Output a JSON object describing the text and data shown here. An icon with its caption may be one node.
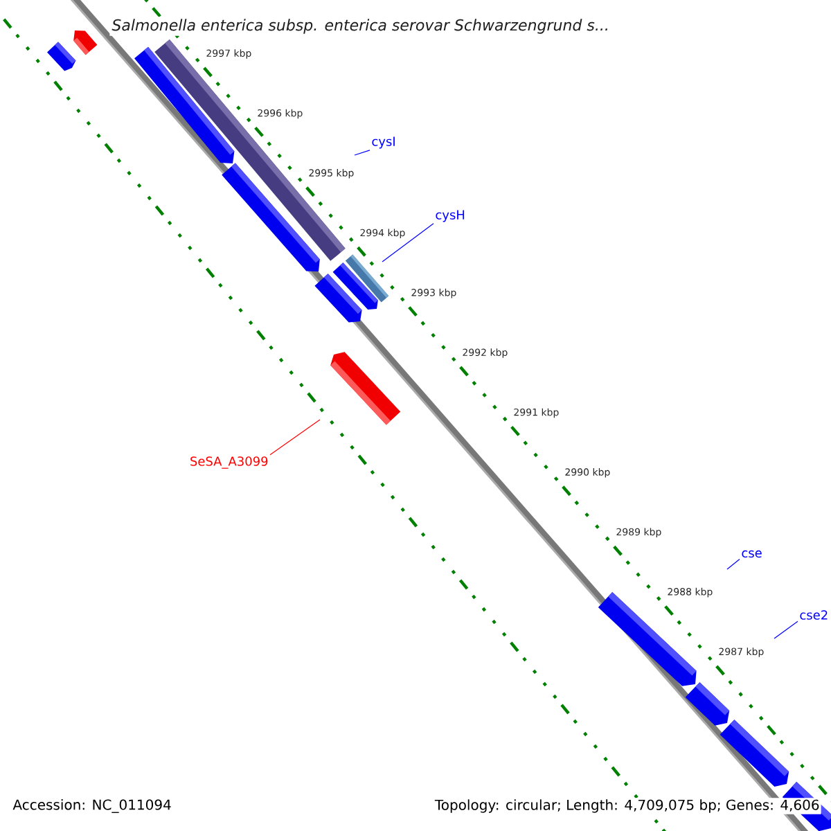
{
  "diagram": {
    "title": "Salmonella enterica subsp. enterica serovar Schwarzengrund s...",
    "nodes": [
      {
        "text": [
          "cysI"
        ]
      },
      {
        "text": [
          "cysH"
        ]
      },
      {
        "text": [
          "SeSA_A3099"
        ]
      },
      {
        "text": [
          "cse"
        ]
      },
      {
        "text": [
          "cse2"
        ]
      }
    ],
    "edges": [
      {
        "from": 0,
        "to": null,
        "arrow": "none"
      },
      {
        "from": 1,
        "to": null,
        "arrow": "none"
      },
      {
        "from": 2,
        "to": null,
        "arrow": "none",
        "color": "#ff0000"
      },
      {
        "from": 3,
        "to": null,
        "arrow": "none"
      },
      {
        "from": 4,
        "to": null,
        "arrow": "none"
      }
    ],
    "labels": [
      "2997 kbp",
      "2996 kbp",
      "2995 kbp",
      "2994 kbp",
      "2993 kbp",
      "2992 kbp",
      "2991 kbp",
      "2990 kbp",
      "2989 kbp",
      "2988 kbp",
      "2987 kbp",
      "Accession: NC_011094",
      "Topology: circular; Length: 4,709,075 bp; Genes: 4,606"
    ]
  }
}
